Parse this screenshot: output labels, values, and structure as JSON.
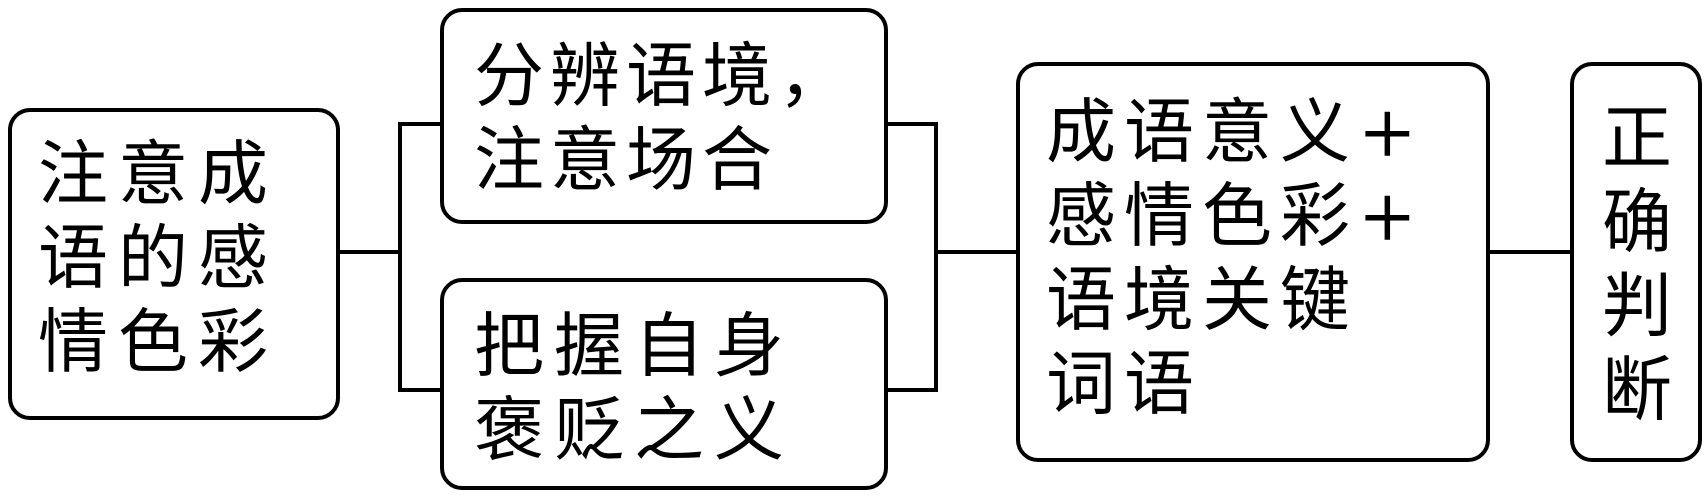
{
  "nodes": {
    "source": {
      "text": "注意成\n语的感\n情色彩"
    },
    "branch_top": {
      "text": "分辨语境，\n注意场合"
    },
    "branch_bottom": {
      "text": "把握自身\n褒贬之义"
    },
    "combine": {
      "text": "成语意义+\n感情色彩+\n语境关键\n词语"
    },
    "result": {
      "text": "正\n确\n判\n断"
    }
  },
  "colors": {
    "stroke": "#000000",
    "background": "#ffffff"
  }
}
